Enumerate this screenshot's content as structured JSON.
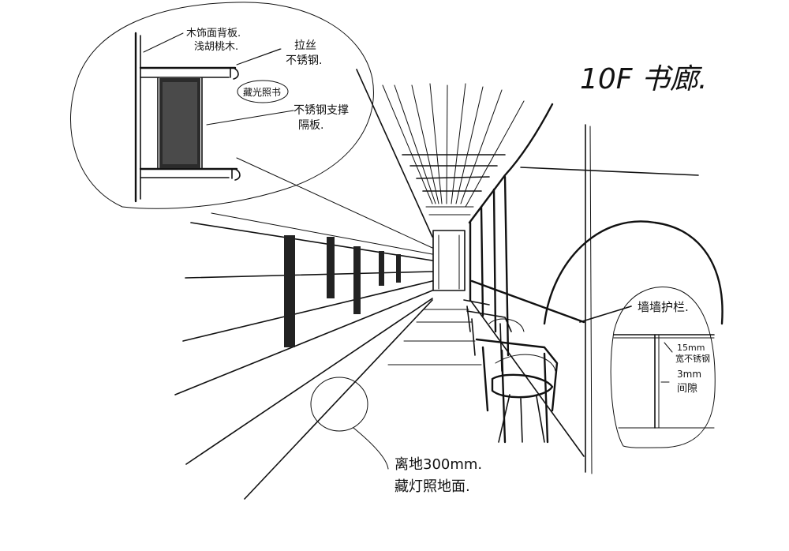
{
  "title": "10F 书廊.",
  "colors": {
    "ink": "#111111",
    "paper": "#ffffff"
  },
  "detail_shelf": {
    "label_backboard_line1": "木饰面背板.",
    "label_backboard_line2": "浅胡桃木.",
    "label_steel_line1": "拉丝",
    "label_steel_line2": "不锈钢.",
    "label_light": "藏光照书",
    "label_support_line1": "不锈钢支撑",
    "label_support_line2": "隔板."
  },
  "detail_rail": {
    "label_handrail": "墙墙护栏.",
    "label_15mm_line1": "15mm",
    "label_15mm_line2": "宽不锈钢",
    "label_gap_line1": "3mm",
    "label_gap_line2": "间隙"
  },
  "detail_floor": {
    "label_line1": "离地300mm.",
    "label_line2": "藏灯照地面."
  }
}
